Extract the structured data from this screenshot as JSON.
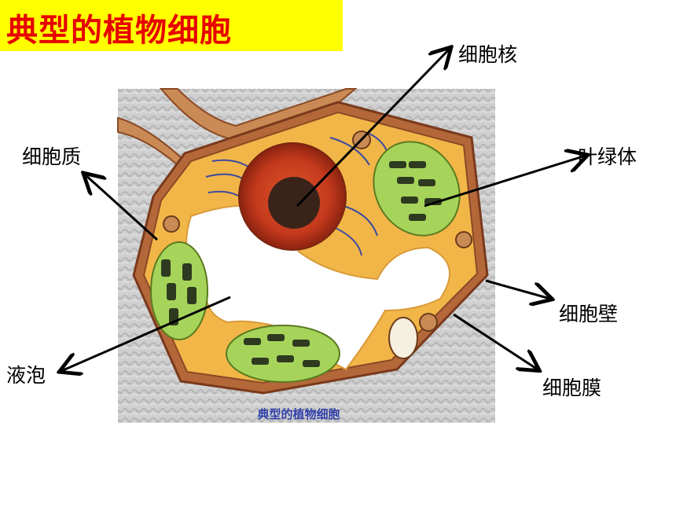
{
  "title": "典型的植物细胞",
  "labels": {
    "nucleus": "细胞核",
    "cytoplasm": "细胞质",
    "chloroplast": "叶绿体",
    "cell_wall": "细胞壁",
    "vacuole": "液泡",
    "cell_membrane": "细胞膜"
  },
  "figure_caption": "典型的植物细胞",
  "colors": {
    "title_bg": "#ffff00",
    "title_text": "#e60000",
    "cell_wall": "#b4683a",
    "cytoplasm": "#f2b648",
    "nucleus": "#c4391c",
    "chloroplast": "#a6d45a",
    "caption": "#2f3fa8"
  }
}
